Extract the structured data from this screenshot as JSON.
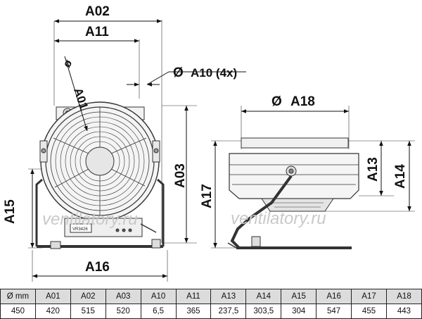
{
  "labels": {
    "a02": "A02",
    "a11": "A11",
    "a01": "A01",
    "a10": "A10 (4x)",
    "a18": "A18",
    "a03": "A03",
    "a13": "A13",
    "a14": "A14",
    "a15": "A15",
    "a17": "A17",
    "a16": "A16",
    "diameter": "Ø",
    "diameter_lower": "ø"
  },
  "nameplate": "VR3426",
  "watermarks": [
    "ventilatory.ru",
    "ventilatory.ru"
  ],
  "table": {
    "headers": [
      "Ø mm",
      "A01",
      "A02",
      "A03",
      "A10",
      "A11",
      "A13",
      "A14",
      "A15",
      "A16",
      "A17",
      "A18"
    ],
    "values": [
      "450",
      "420",
      "515",
      "520",
      "6,5",
      "365",
      "237,5",
      "303,5",
      "304",
      "547",
      "455",
      "443"
    ]
  }
}
